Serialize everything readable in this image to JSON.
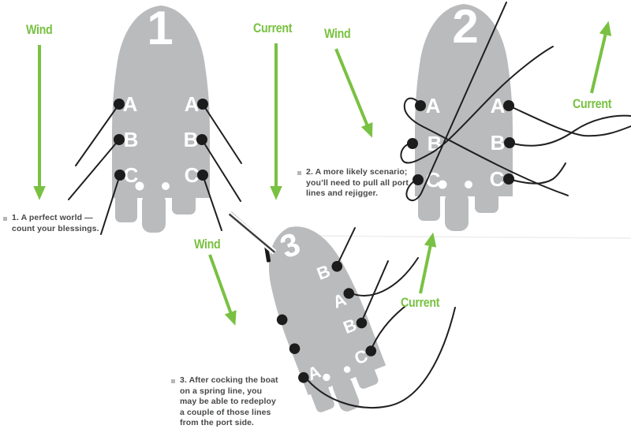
{
  "labels": {
    "wind": "Wind",
    "current": "Current"
  },
  "figures": {
    "fig1": {
      "number": "1",
      "port_cleats": [
        "A",
        "B",
        "C"
      ],
      "starboard_cleats": [
        "A",
        "B",
        "C"
      ],
      "caption": "1. A perfect world —\ncount your blessings."
    },
    "fig2": {
      "number": "2",
      "port_cleats": [
        "A",
        "B",
        "C"
      ],
      "starboard_cleats": [
        "A",
        "B",
        "C"
      ],
      "caption": "2. A more likely scenario;\nyou’ll need to pull all port\nlines and rejigger."
    },
    "fig3": {
      "number": "3",
      "starboard_cleats": [
        "B",
        "A",
        "B",
        "C"
      ],
      "port_cleat": "A",
      "caption": "3. After cocking the boat\non a spring line, you\nmay be able to redeploy\na couple of those lines\nfrom the port side."
    }
  },
  "colors": {
    "accent_green": "#79c142",
    "hull_gray": "#b9bbbd",
    "rope_black": "#1f1f1f",
    "caption_text": "#47484a",
    "bullet_gray": "#b5b6b8"
  }
}
